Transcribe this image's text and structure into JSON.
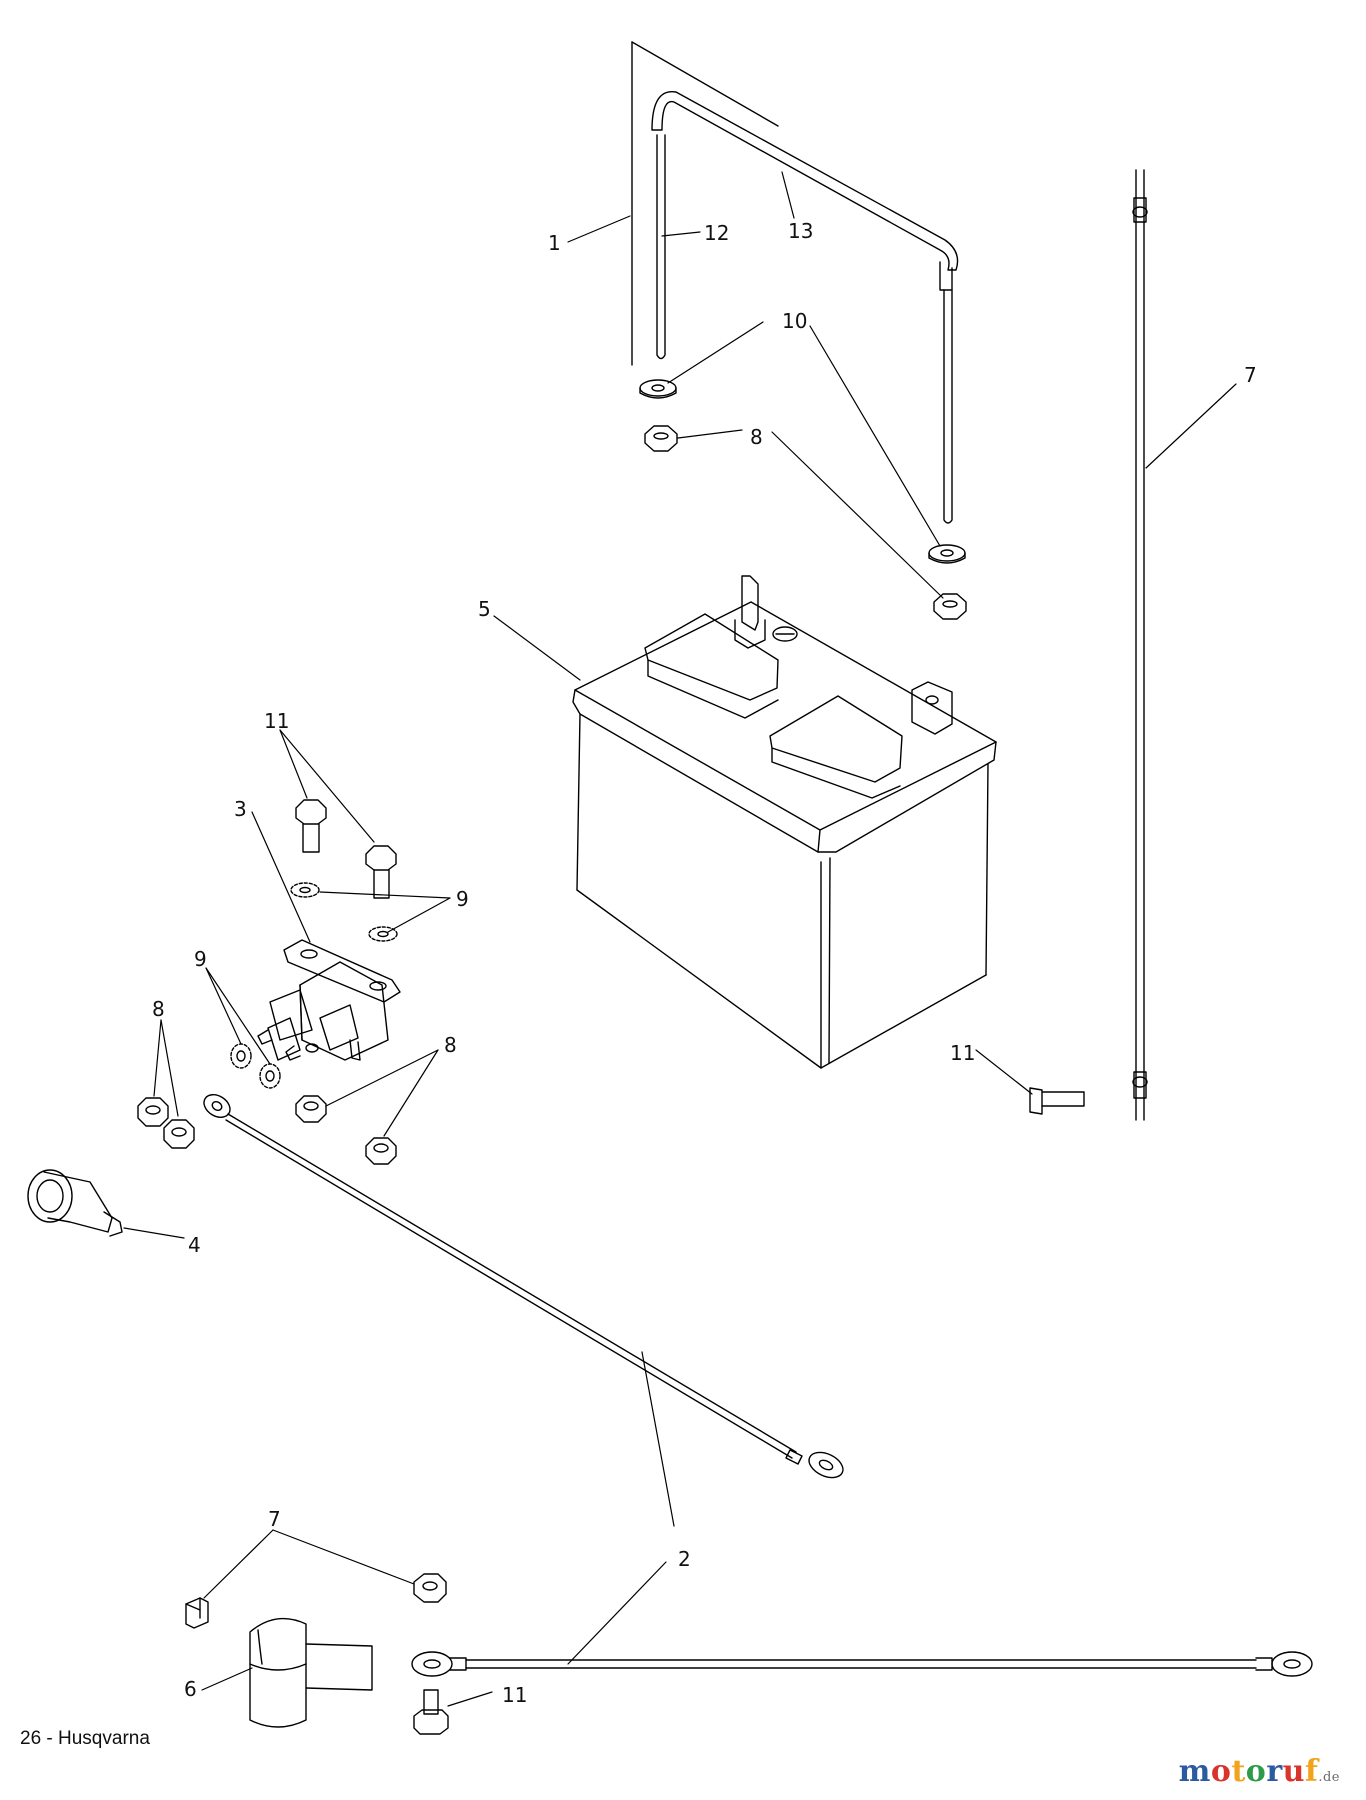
{
  "diagram": {
    "callouts": [
      "1",
      "12",
      "13",
      "10",
      "8",
      "7",
      "5",
      "11",
      "3",
      "9",
      "9",
      "9",
      "8",
      "8",
      "4",
      "2",
      "2",
      "7",
      "6",
      "11",
      "11"
    ]
  },
  "footer": {
    "page_text": "26 - Husqvarna"
  },
  "watermark": {
    "letters": [
      {
        "ch": "m",
        "color": "#2c5aa0"
      },
      {
        "ch": "o",
        "color": "#d9342b"
      },
      {
        "ch": "t",
        "color": "#f2a21b"
      },
      {
        "ch": "o",
        "color": "#2e9a4a"
      },
      {
        "ch": "r",
        "color": "#2c5aa0"
      },
      {
        "ch": "u",
        "color": "#d9342b"
      },
      {
        "ch": "f",
        "color": "#f2a21b"
      }
    ],
    "suffix": ".de"
  }
}
